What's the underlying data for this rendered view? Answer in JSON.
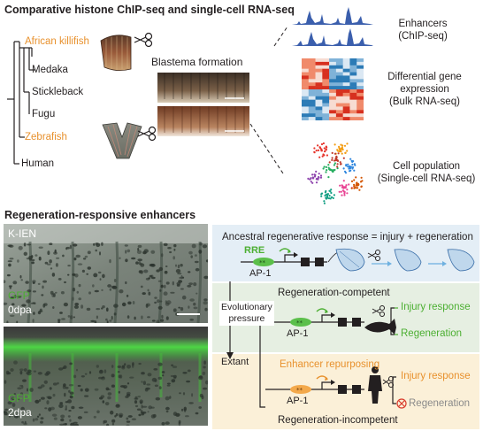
{
  "top": {
    "title": "Comparative histone ChIP-seq and single-cell RNA-seq",
    "species": [
      "African killifish",
      "Medaka",
      "Stickleback",
      "Fugu",
      "Zebrafish",
      "Human"
    ],
    "highlight_species": [
      "African killifish",
      "Zebrafish"
    ],
    "blastema_label": "Blastema formation",
    "outputs": [
      {
        "line1": "Enhancers",
        "line2": "(ChIP-seq)"
      },
      {
        "line1": "Differential gene",
        "line2": "expression",
        "line3": "(Bulk RNA-seq)"
      },
      {
        "line1": "Cell population",
        "line2": "(Single-cell RNA-seq)"
      }
    ]
  },
  "bottom": {
    "title": "Regeneration-responsive enhancers",
    "photos": [
      {
        "construct": "K-IEN",
        "marker": "GFP",
        "time": "0dpa"
      },
      {
        "marker": "GFP",
        "time": "2dpa"
      }
    ],
    "ancestral": {
      "title": "Ancestral regenerative response = injury + regeneration",
      "rre": "RRE",
      "ap1": "AP-1"
    },
    "competent": {
      "title": "Regeneration-competent",
      "ap1": "AP-1",
      "outcomes": [
        "Injury response",
        "Regeneration"
      ]
    },
    "pressure": {
      "line1": "Evolutionary",
      "line2": "pressure"
    },
    "extant": "Extant",
    "incompetent": {
      "repurposing": "Enhancer repurposing",
      "ap1": "AP-1",
      "outcomes": [
        "Injury response",
        "Regeneration"
      ],
      "title": "Regeneration-incompetent"
    }
  },
  "colors": {
    "accent_orange": "#e8912d",
    "accent_green": "#4caf32",
    "blue_panel": "#e4eef6",
    "green_panel": "#e6efe2",
    "yellow_panel": "#fbf0d8",
    "chip_blue": "#3b5fad"
  }
}
